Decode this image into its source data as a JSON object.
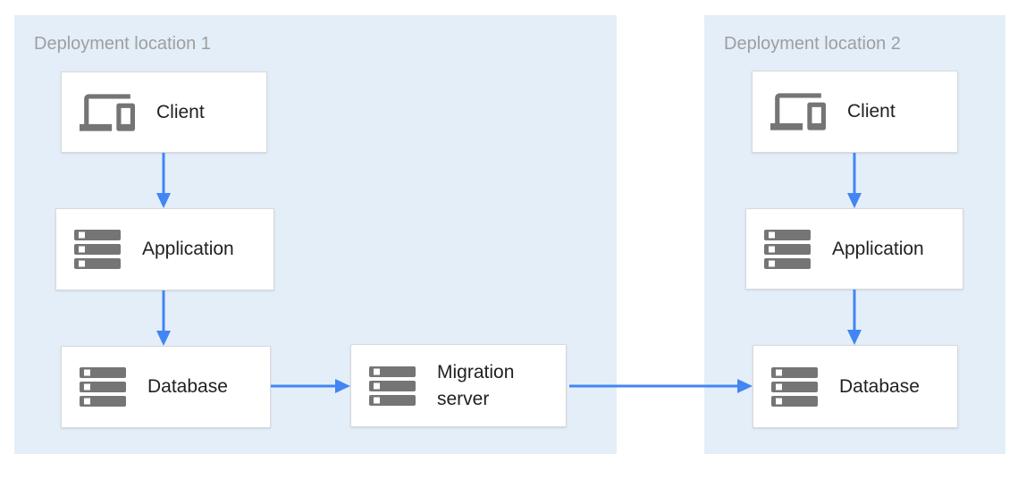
{
  "colors": {
    "arrow": "#4285F4",
    "panel_background": "#E4EEF9",
    "panel_label_text": "#9E9E9E",
    "node_border": "#D9D9D9",
    "node_text": "#212121",
    "icon": "#757575"
  },
  "panels": [
    {
      "label": "Deployment location 1"
    },
    {
      "label": "Deployment location 2"
    }
  ],
  "nodes": {
    "p1_client": "Client",
    "p1_application": "Application",
    "p1_database": "Database",
    "migration_server": "Migration server",
    "p2_client": "Client",
    "p2_application": "Application",
    "p2_database": "Database"
  },
  "icons": {
    "client": "devices-icon",
    "server": "server-stack-icon"
  },
  "connections": [
    {
      "from": "Client",
      "to": "Application",
      "panel": "Deployment location 1"
    },
    {
      "from": "Application",
      "to": "Database",
      "panel": "Deployment location 1"
    },
    {
      "from": "Database (Deployment location 1)",
      "to": "Migration server"
    },
    {
      "from": "Migration server",
      "to": "Database (Deployment location 2)"
    },
    {
      "from": "Client",
      "to": "Application",
      "panel": "Deployment location 2"
    },
    {
      "from": "Application",
      "to": "Database",
      "panel": "Deployment location 2"
    }
  ]
}
